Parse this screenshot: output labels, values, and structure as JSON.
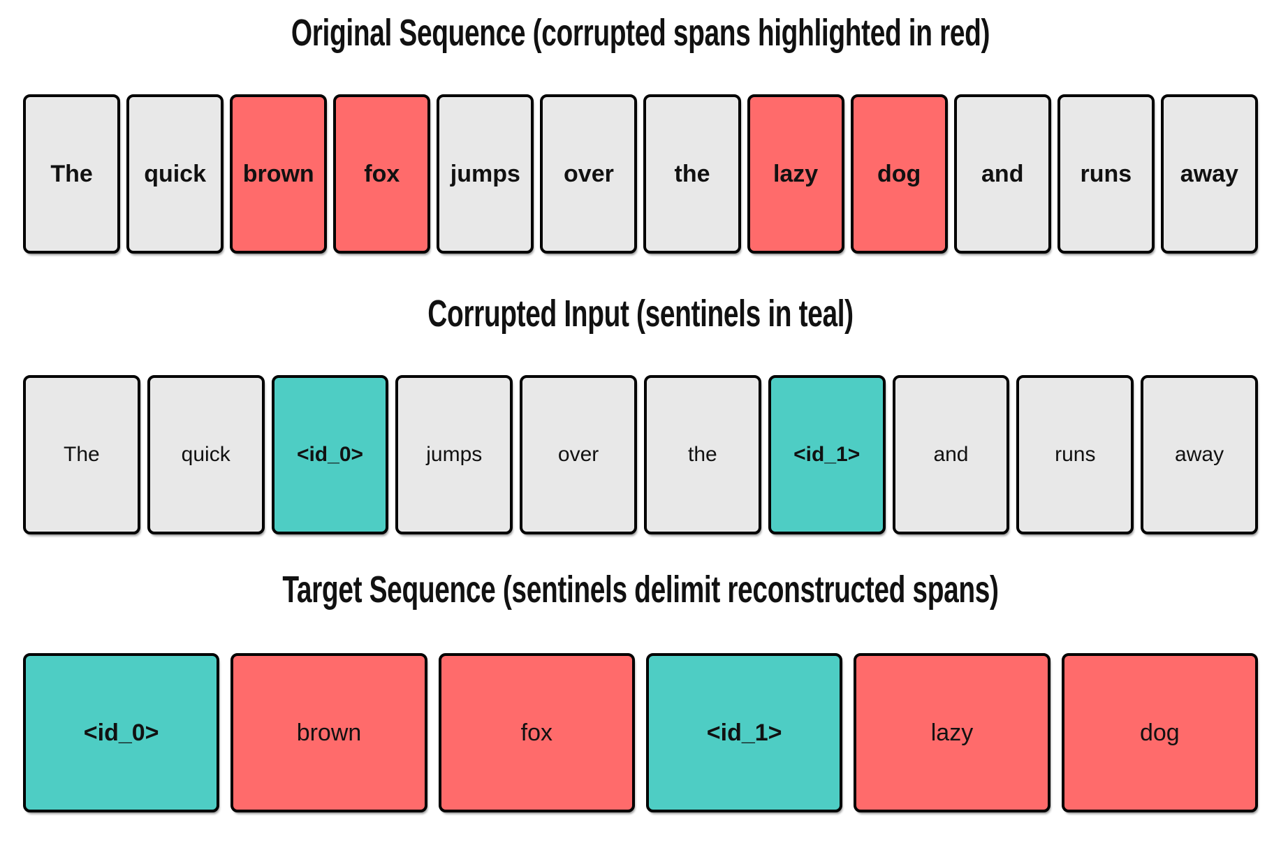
{
  "figure": {
    "background": "#FFFFFF",
    "sections": [
      {
        "title": "Original Sequence (corrupted spans highlighted in red)",
        "tokens": [
          {
            "text": "The",
            "type": "plain"
          },
          {
            "text": "quick",
            "type": "plain"
          },
          {
            "text": "brown",
            "type": "corrupted"
          },
          {
            "text": "fox",
            "type": "corrupted"
          },
          {
            "text": "jumps",
            "type": "plain"
          },
          {
            "text": "over",
            "type": "plain"
          },
          {
            "text": "the",
            "type": "plain"
          },
          {
            "text": "lazy",
            "type": "corrupted"
          },
          {
            "text": "dog",
            "type": "corrupted"
          },
          {
            "text": "and",
            "type": "plain"
          },
          {
            "text": "runs",
            "type": "plain"
          },
          {
            "text": "away",
            "type": "plain"
          }
        ]
      },
      {
        "title": "Corrupted Input (sentinels in teal)",
        "tokens": [
          {
            "text": "The",
            "type": "plain"
          },
          {
            "text": "quick",
            "type": "plain"
          },
          {
            "text": "<id_0>",
            "type": "sentinel"
          },
          {
            "text": "jumps",
            "type": "plain"
          },
          {
            "text": "over",
            "type": "plain"
          },
          {
            "text": "the",
            "type": "plain"
          },
          {
            "text": "<id_1>",
            "type": "sentinel"
          },
          {
            "text": "and",
            "type": "plain"
          },
          {
            "text": "runs",
            "type": "plain"
          },
          {
            "text": "away",
            "type": "plain"
          }
        ]
      },
      {
        "title": "Target Sequence (sentinels delimit reconstructed spans)",
        "tokens": [
          {
            "text": "<id_0>",
            "type": "sentinel"
          },
          {
            "text": "brown",
            "type": "corrupted"
          },
          {
            "text": "fox",
            "type": "corrupted"
          },
          {
            "text": "<id_1>",
            "type": "sentinel"
          },
          {
            "text": "lazy",
            "type": "corrupted"
          },
          {
            "text": "dog",
            "type": "corrupted"
          }
        ]
      }
    ],
    "colors": {
      "plain": "#E8E8E8",
      "corrupted": "#FF6B6B",
      "sentinel": "#4ECDC4",
      "border": "#000000",
      "text": "#111111"
    }
  }
}
